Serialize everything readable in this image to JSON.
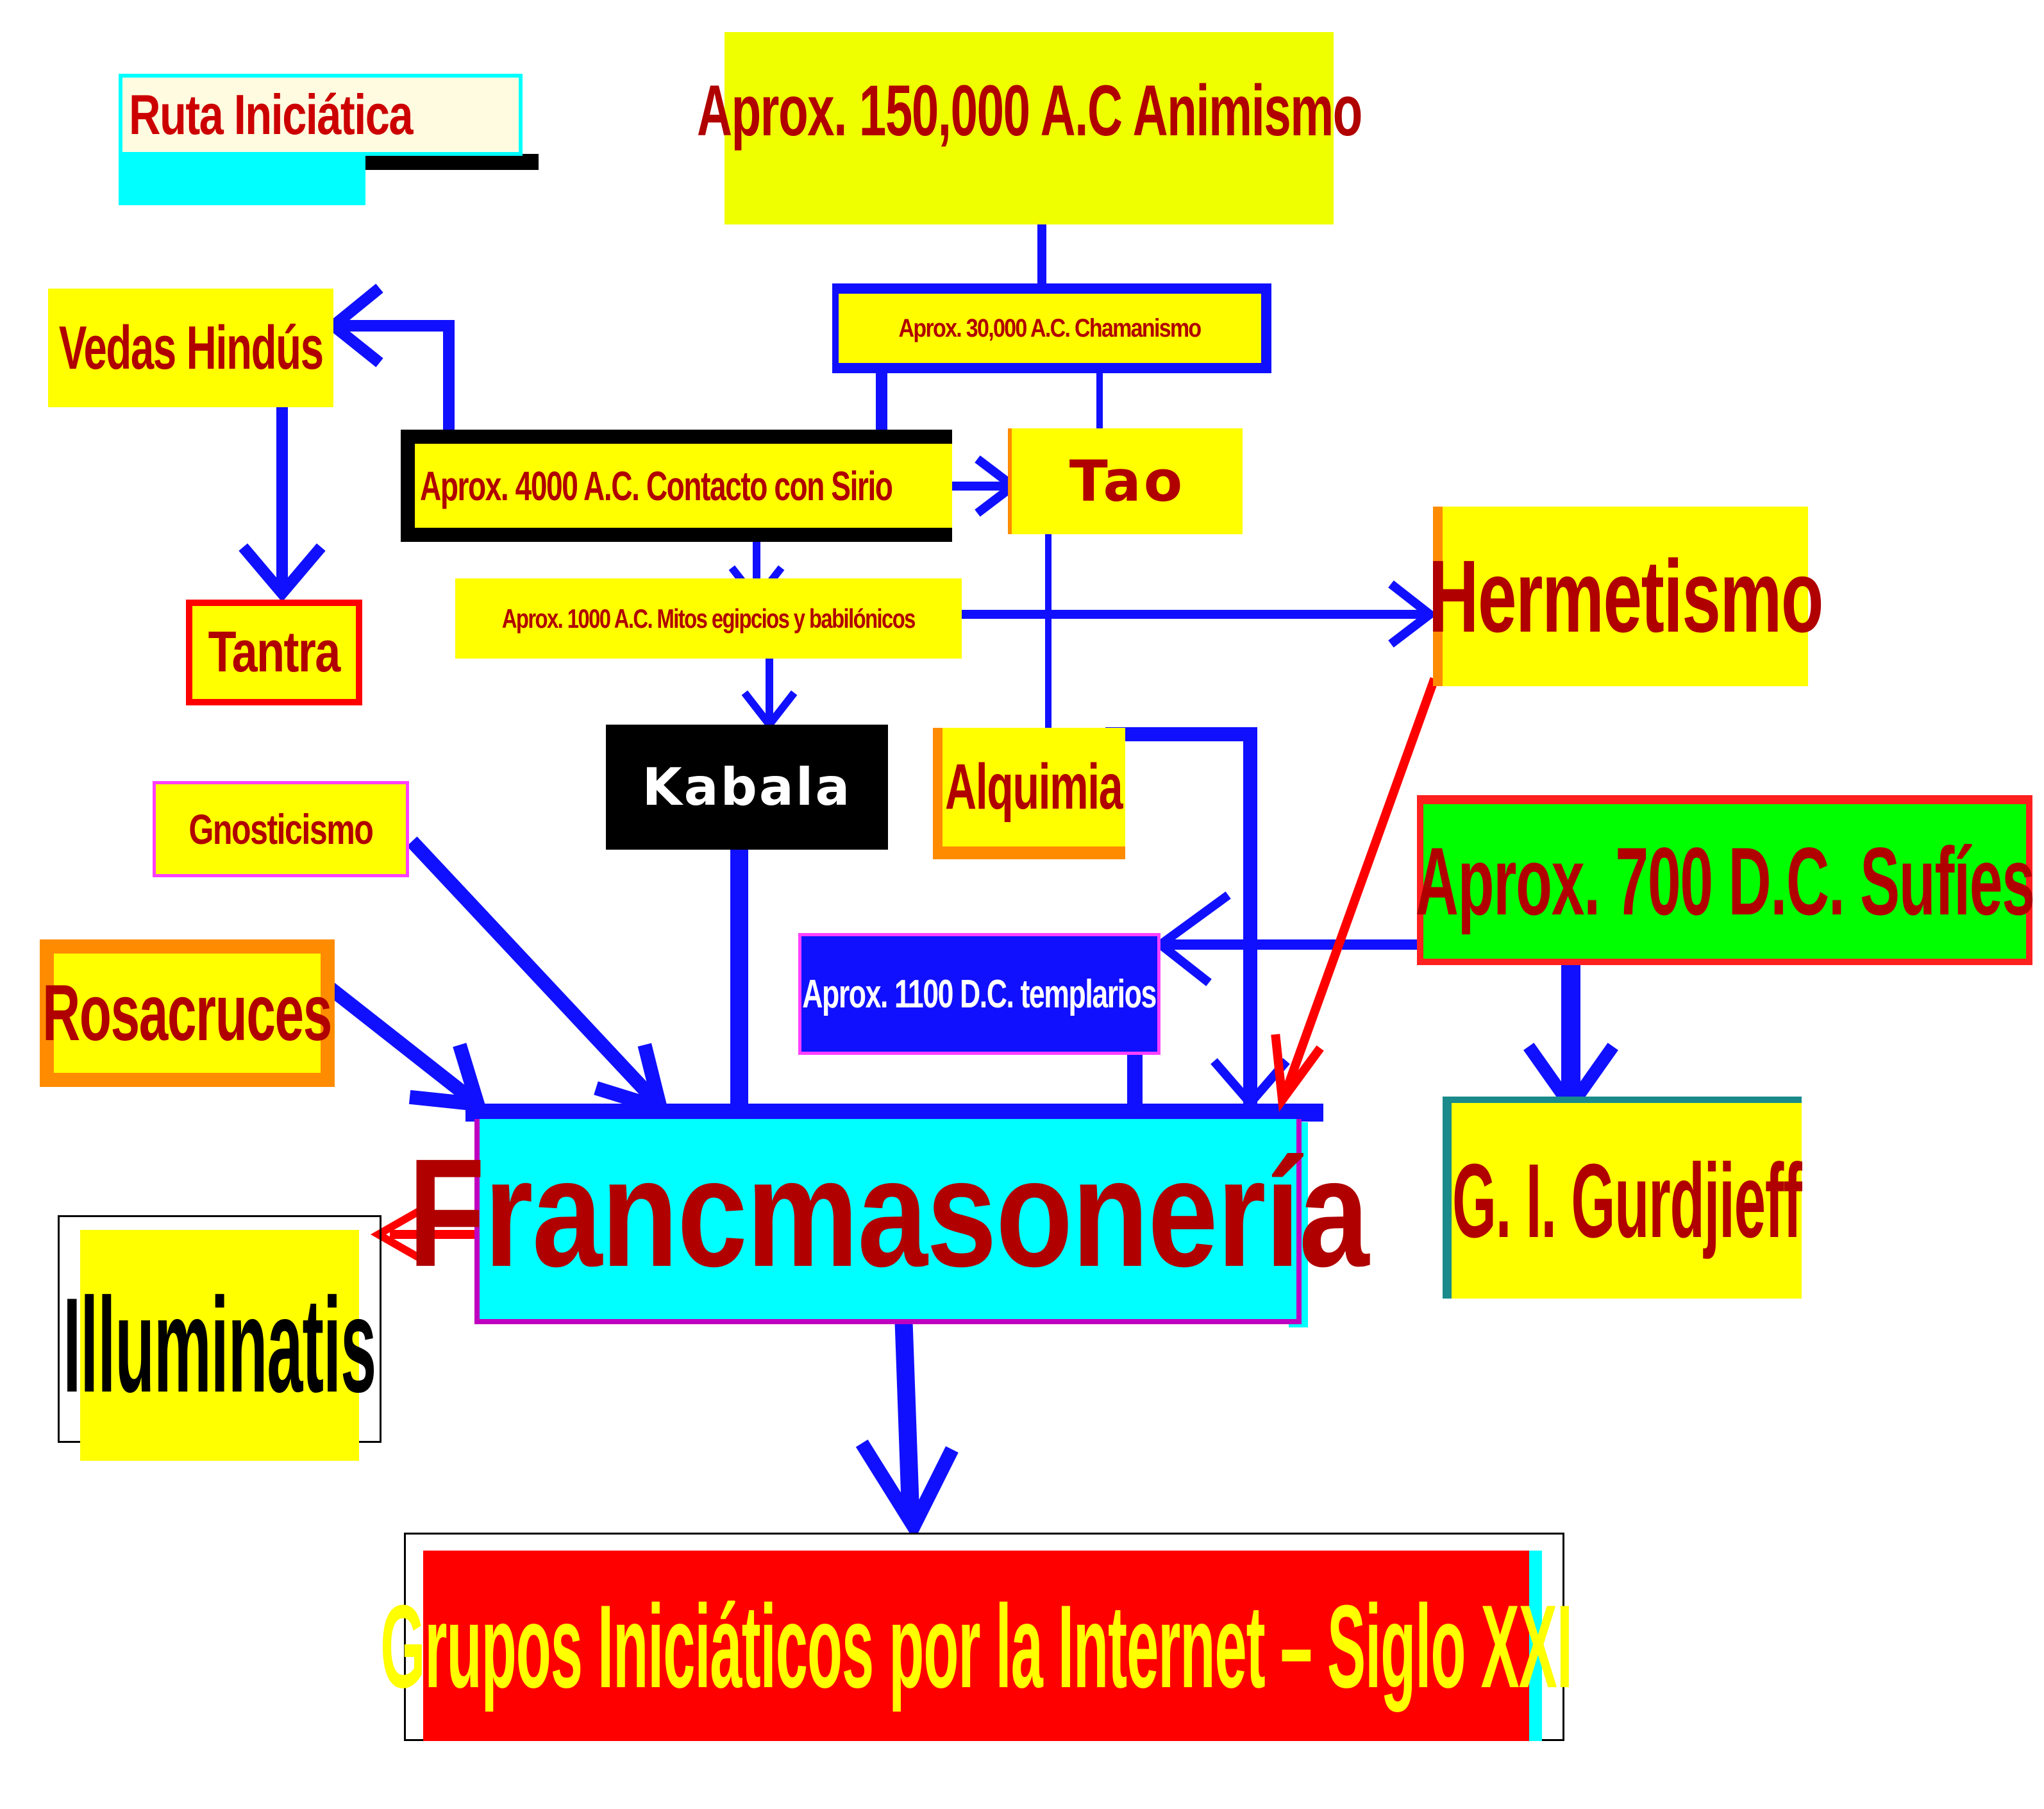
{
  "nodes": {
    "ruta": "Ruta Iniciática",
    "animismo": "Aprox. 150,000 A.C Animismo",
    "chamanismo": "Aprox. 30,000 A.C. Chamanismo",
    "vedas": "Vedas Hindús",
    "sirio": "Aprox. 4000 A.C. Contacto con Sirio",
    "tao": "Tao",
    "tantra": "Tantra",
    "mitos": "Aprox. 1000 A.C. Mitos egipcios y  babilónicos",
    "hermetismo": "Hermetismo",
    "kabala": "Kabala",
    "alquimia": "Alquimia",
    "gnosticismo": "Gnosticismo",
    "sufies": "Aprox. 700 D.C. Sufíes",
    "templarios": "Aprox. 1100 D.C.  templarios",
    "rosacruces": "Rosacruces",
    "francmasoneria": "Francmasonería",
    "gurdjieff": "G. I. Gurdjieff",
    "illuminatis": "Illuminatis",
    "grupos": "Grupos Iniciáticos por la Internet – Siglo XXI"
  },
  "colors": {
    "yellow": "#ffff00",
    "red": "#ff0000",
    "dark_red": "#b00000",
    "cyan": "#00ffff",
    "green": "#00ff00",
    "blue": "#1010ff",
    "orange": "#ff8c00",
    "black": "#000000",
    "magenta": "#e000e0"
  }
}
